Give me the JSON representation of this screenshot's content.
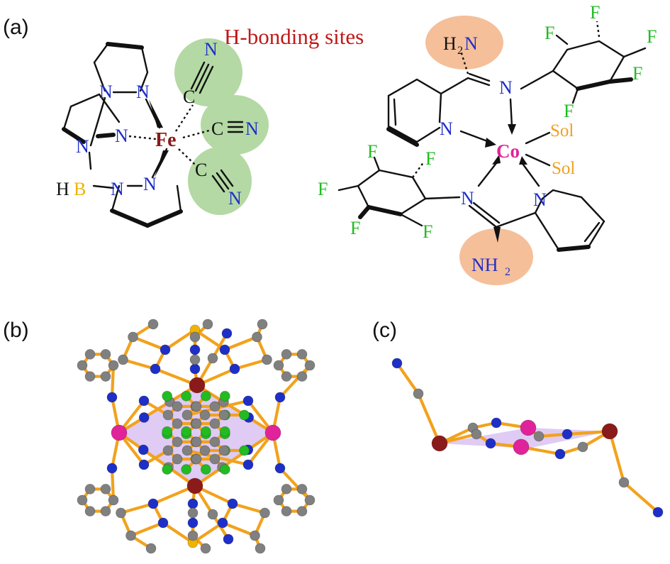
{
  "panel_labels": {
    "a": "(a)",
    "b": "(b)",
    "c": "(c)"
  },
  "annotation": "H-bonding sites",
  "fe_complex": {
    "metal": "Fe",
    "boron": "B",
    "boron_h": "H",
    "nitrogen": "N",
    "carbon": "C"
  },
  "co_complex": {
    "metal": "Co",
    "solvent": "Sol",
    "fluorine": "F",
    "nitrogen": "N",
    "amine_top": "H",
    "amine_top_sub": "2",
    "amine_top_n": "N",
    "amine_bottom": "NH",
    "amine_bottom_sub": "2"
  },
  "colors": {
    "iron": "#8b1a1a",
    "cobalt": "#e0239a",
    "nitrogen": "#1e2fc8",
    "carbon": "#808080",
    "boron": "#f0b400",
    "fluorine": "#22bb22",
    "bond": "#f2a21c",
    "annotation": "#c01818",
    "hbond_highlight": "#f5bf9a",
    "cn_highlight": "#b4d9a4",
    "core_plane": "#d9c2f2",
    "solvent": "#f0a020"
  }
}
